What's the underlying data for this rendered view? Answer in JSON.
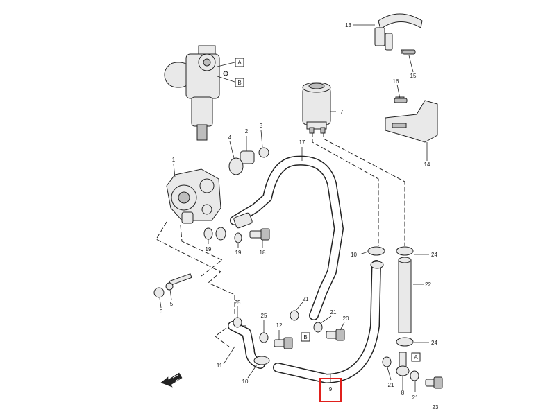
{
  "callouts": {
    "c1": "1",
    "c2": "2",
    "c3": "3",
    "c4": "4",
    "c5": "5",
    "c6": "6",
    "c7": "7",
    "c8": "8",
    "c9": "9",
    "c10a": "10",
    "c10b": "10",
    "c11": "11",
    "c12": "12",
    "c13": "13",
    "c14": "14",
    "c15": "15",
    "c16": "16",
    "c17": "17",
    "c18": "18",
    "c19a": "19",
    "c19b": "19",
    "c20": "20",
    "c21a": "21",
    "c21b": "21",
    "c21c": "21",
    "c21d": "21",
    "c22": "22",
    "c23": "23",
    "c24a": "24",
    "c24b": "24",
    "c25a": "25",
    "c25b": "25"
  },
  "ref_marks": {
    "a_top": "A",
    "b_top": "B",
    "b_mid": "B",
    "a_bottom": "A"
  },
  "highlight": {
    "part": "9",
    "color": "#e0201c"
  },
  "icons": {
    "front_direction": "arrow-icon"
  }
}
